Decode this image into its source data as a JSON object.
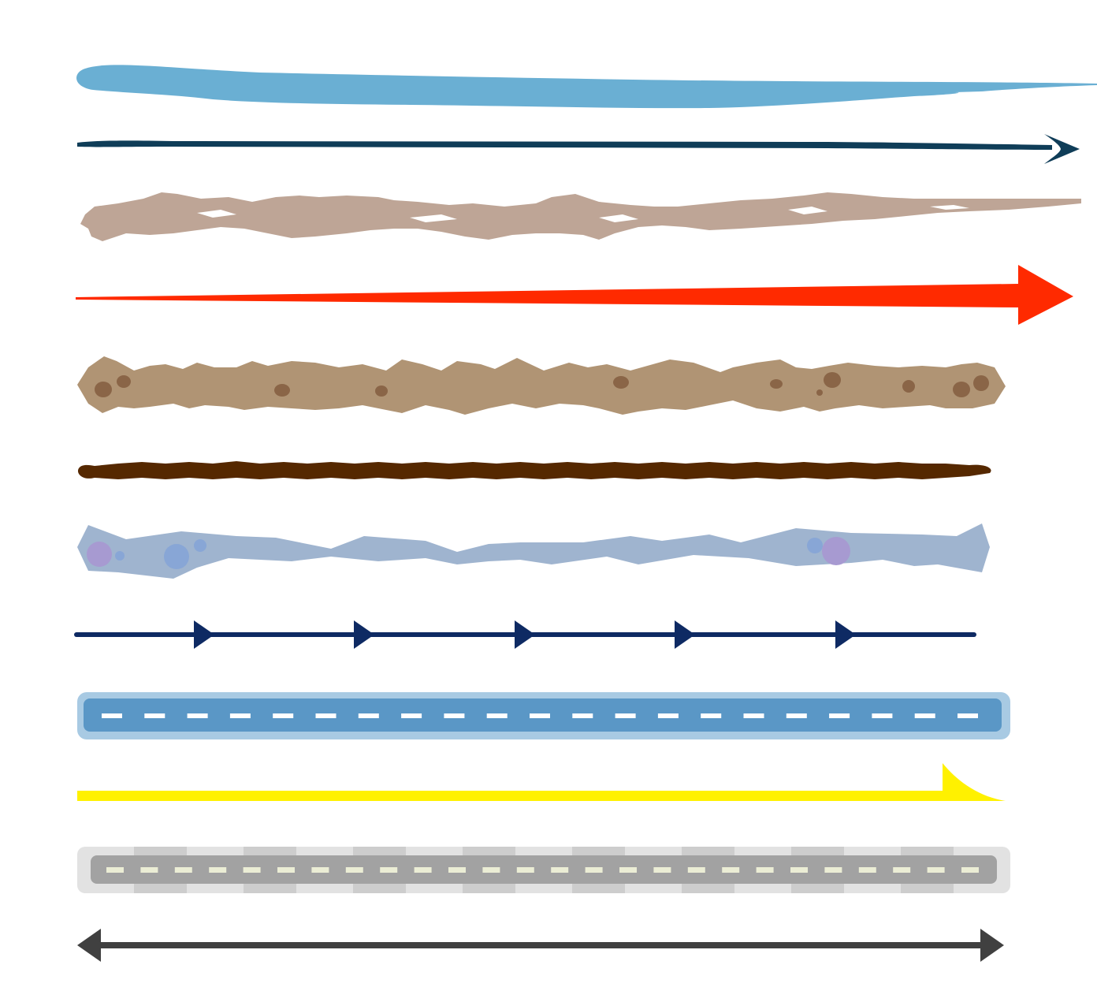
{
  "title": "",
  "colors": {
    "background": "#ffffff",
    "sky_blue_stroke": "#6aafd3",
    "dark_teal_arrow": "#0f3d58",
    "tan_brush": "#bea596",
    "red_arrow": "#ff2a00",
    "brown_cobble": "#b09474",
    "brown_cobble_spot": "#8a6547",
    "dark_brown_rope": "#552800",
    "water_blue": "#9fb4cf",
    "water_bubble_blue": "#88a6d6",
    "water_bubble_purple": "#a79ad1",
    "navy_arrow": "#0e2a63",
    "blue_road_outer": "#a8cae3",
    "blue_road_inner": "#5a97c6",
    "blue_road_dash": "#ffffff",
    "yellow_arrow": "#fff100",
    "grey_road_outer": "#e2e2e2",
    "grey_road_band": "#cdcdcd",
    "grey_road_inner": "#a2a2a2",
    "grey_road_dash": "#ebedd5",
    "double_arrow": "#404040"
  },
  "lines": [
    {
      "name": "sky-blue-brush-stroke",
      "style": "tapered brush stroke",
      "color_key": "sky_blue_stroke"
    },
    {
      "name": "dark-teal-curved-arrow",
      "style": "thin arrow with open head",
      "color_key": "dark_teal_arrow"
    },
    {
      "name": "tan-rough-brush-stroke",
      "style": "rough dry brush stroke",
      "color_key": "tan_brush"
    },
    {
      "name": "red-tapered-arrow",
      "style": "tapered arrow",
      "color_key": "red_arrow"
    },
    {
      "name": "brown-cobble-band",
      "style": "cobblestone band with spots",
      "color_key": "brown_cobble"
    },
    {
      "name": "dark-brown-rope",
      "style": "rough rope line",
      "color_key": "dark_brown_rope"
    },
    {
      "name": "water-blue-wavy-band",
      "style": "zigzag water band with bubbles",
      "color_key": "water_blue"
    },
    {
      "name": "navy-chevron-arrow-line",
      "style": "line with repeated arrowheads",
      "color_key": "navy_arrow"
    },
    {
      "name": "blue-road-dashed",
      "style": "road with white dashed center",
      "color_key": "blue_road_inner"
    },
    {
      "name": "yellow-hook-arrow",
      "style": "line with curved hook end",
      "color_key": "yellow_arrow"
    },
    {
      "name": "grey-road-dashed",
      "style": "road with cream dashed center",
      "color_key": "grey_road_inner"
    },
    {
      "name": "double-headed-arrow",
      "style": "line with arrowheads at both ends",
      "color_key": "double_arrow"
    }
  ]
}
